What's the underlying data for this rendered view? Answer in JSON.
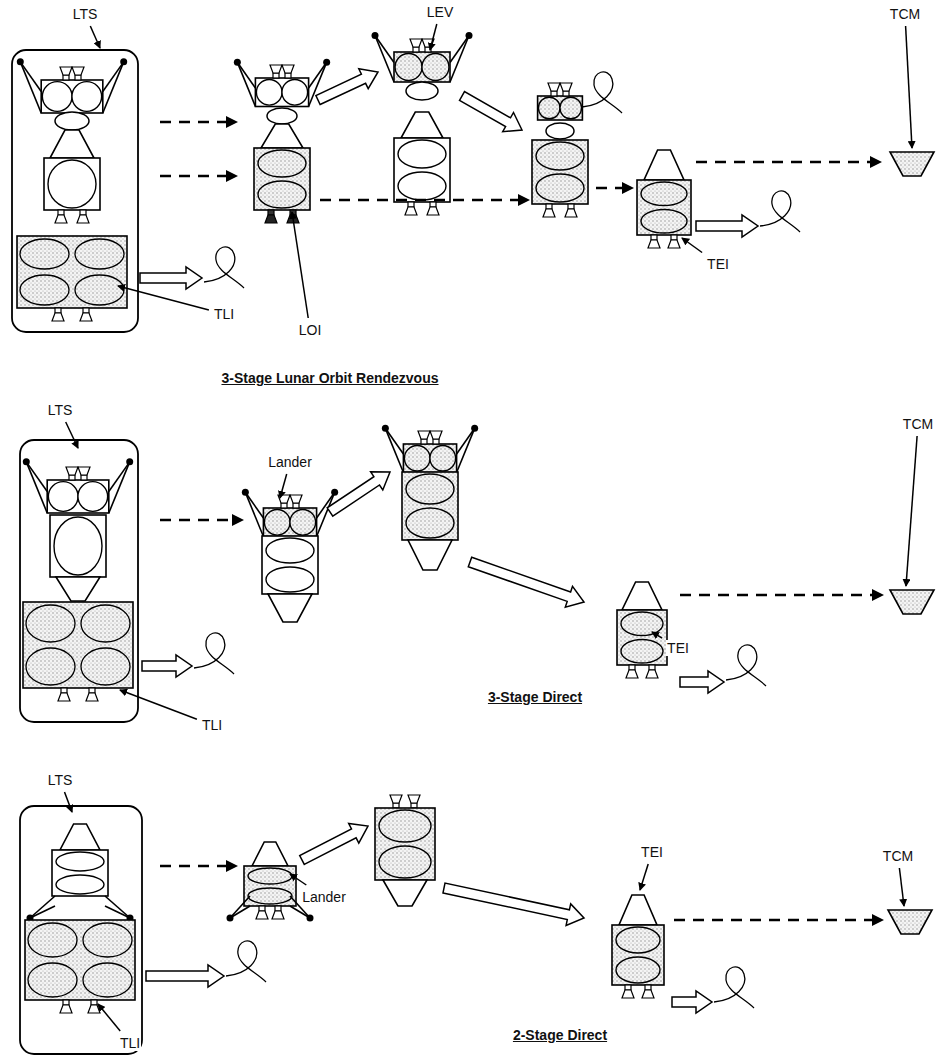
{
  "diagram": {
    "labels": [
      "LTS",
      "LEV",
      "TCM",
      "LOI",
      "TLI",
      "TEI",
      "3-Stage Lunar Orbit Rendezvous",
      "LTS",
      "Lander",
      "TCM",
      "TEI",
      "TLI",
      "3-Stage Direct",
      "LTS",
      "TEI",
      "TCM",
      "Lander",
      "TLI",
      "2-Stage Direct"
    ]
  }
}
